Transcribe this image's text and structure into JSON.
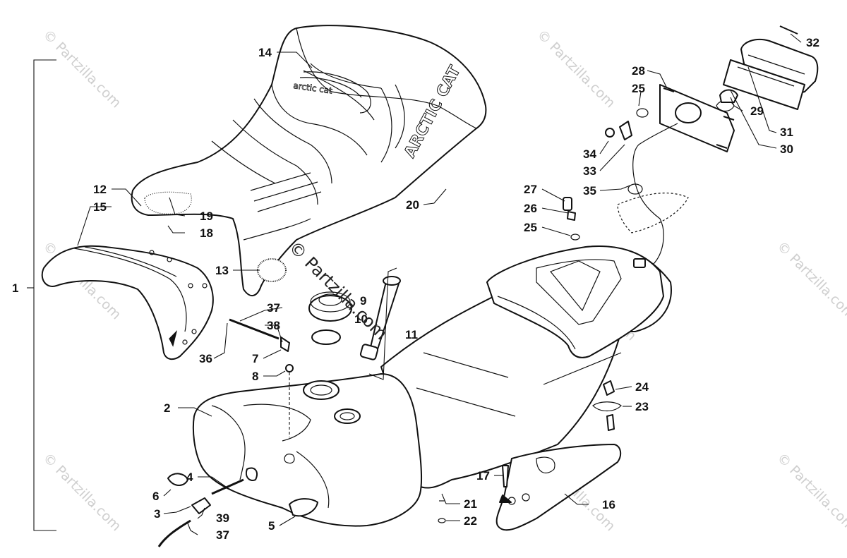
{
  "diagram": {
    "callouts": [
      {
        "id": "1",
        "label": "1"
      },
      {
        "id": "2",
        "label": "2"
      },
      {
        "id": "3",
        "label": "3"
      },
      {
        "id": "4",
        "label": "4"
      },
      {
        "id": "5",
        "label": "5"
      },
      {
        "id": "6",
        "label": "6"
      },
      {
        "id": "7",
        "label": "7"
      },
      {
        "id": "8",
        "label": "8"
      },
      {
        "id": "9",
        "label": "9"
      },
      {
        "id": "10",
        "label": "10"
      },
      {
        "id": "11",
        "label": "11"
      },
      {
        "id": "12",
        "label": "12"
      },
      {
        "id": "13",
        "label": "13"
      },
      {
        "id": "14",
        "label": "14"
      },
      {
        "id": "15",
        "label": "15"
      },
      {
        "id": "16",
        "label": "16"
      },
      {
        "id": "17",
        "label": "17"
      },
      {
        "id": "18",
        "label": "18"
      },
      {
        "id": "19",
        "label": "19"
      },
      {
        "id": "20",
        "label": "20"
      },
      {
        "id": "21",
        "label": "21"
      },
      {
        "id": "22",
        "label": "22"
      },
      {
        "id": "23",
        "label": "23"
      },
      {
        "id": "24",
        "label": "24"
      },
      {
        "id": "25a",
        "label": "25"
      },
      {
        "id": "25b",
        "label": "25"
      },
      {
        "id": "26",
        "label": "26"
      },
      {
        "id": "27",
        "label": "27"
      },
      {
        "id": "28",
        "label": "28"
      },
      {
        "id": "29",
        "label": "29"
      },
      {
        "id": "30",
        "label": "30"
      },
      {
        "id": "31",
        "label": "31"
      },
      {
        "id": "32",
        "label": "32"
      },
      {
        "id": "33",
        "label": "33"
      },
      {
        "id": "34",
        "label": "34"
      },
      {
        "id": "35",
        "label": "35"
      },
      {
        "id": "36",
        "label": "36"
      },
      {
        "id": "37a",
        "label": "37"
      },
      {
        "id": "37b",
        "label": "37"
      },
      {
        "id": "38",
        "label": "38"
      },
      {
        "id": "39",
        "label": "39"
      }
    ],
    "seat_brand_text": "ARCTIC CAT",
    "seat_model_text": "arctic cat",
    "watermark_main": "© Partzilla.com",
    "watermark_repeat": "© Partzilla.com"
  }
}
